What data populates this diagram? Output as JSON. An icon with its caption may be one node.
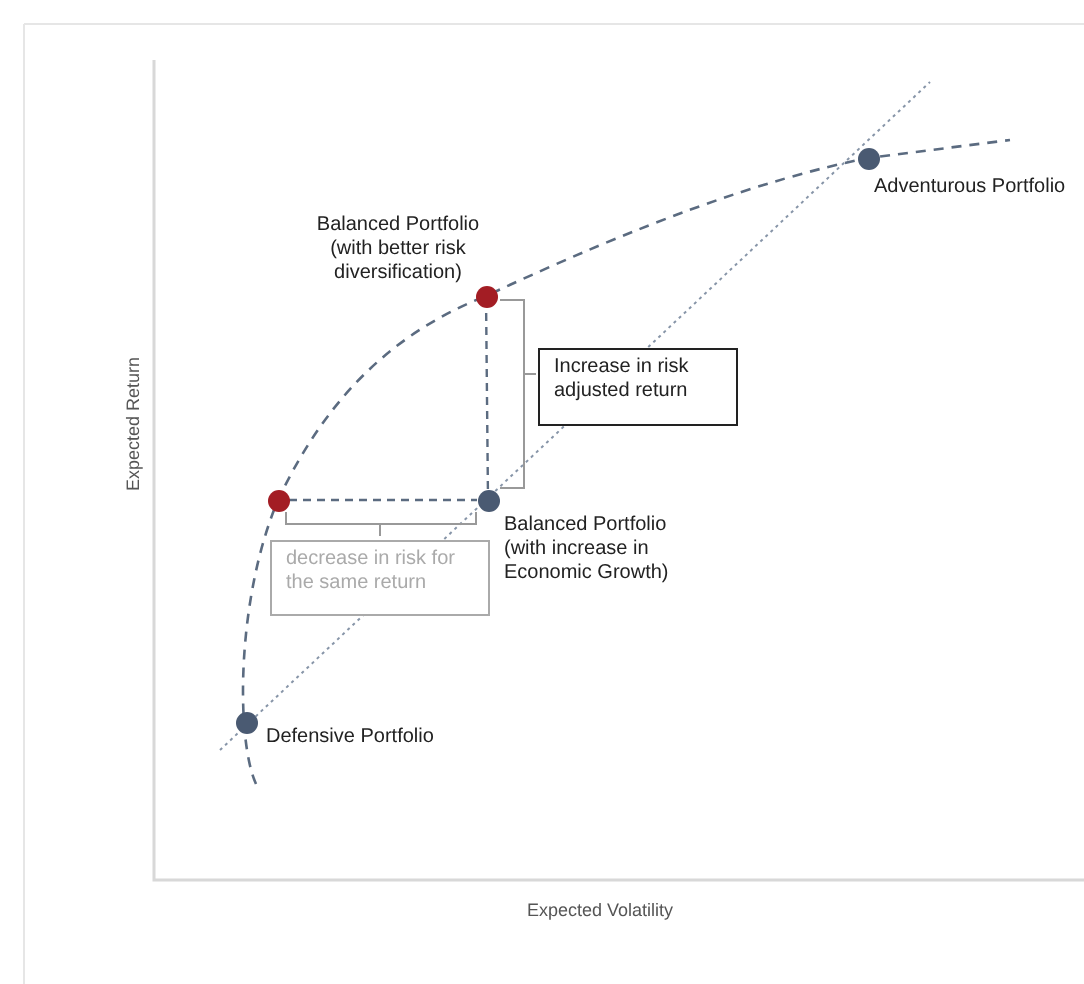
{
  "diagram": {
    "nodes": [
      {
        "text": [],
        "shape": "circle",
        "beside": [
          "Balanced Portfolio (with better risk diversification)"
        ]
      },
      {
        "text": [],
        "shape": "circle"
      },
      {
        "text": [],
        "shape": "circle",
        "beside": [
          "Balanced Portfolio (with increase in Economic Growth)"
        ]
      },
      {
        "text": [],
        "shape": "circle",
        "beside": [
          "Adventurous Portfolio"
        ]
      },
      {
        "text": [],
        "shape": "circle",
        "beside": [
          "Defensive Portfolio"
        ]
      },
      {
        "text": [
          "Increase in risk adjusted return"
        ]
      },
      {
        "text": [
          "decrease in risk for the same return"
        ]
      }
    ],
    "edges": [
      {
        "from": 1,
        "to": 2,
        "arrow": "none",
        "style": "dashed"
      },
      {
        "from": 2,
        "to": 0,
        "arrow": "none",
        "style": "dashed"
      }
    ],
    "labels": [
      "Expected Return",
      "Expected Volatility"
    ]
  }
}
